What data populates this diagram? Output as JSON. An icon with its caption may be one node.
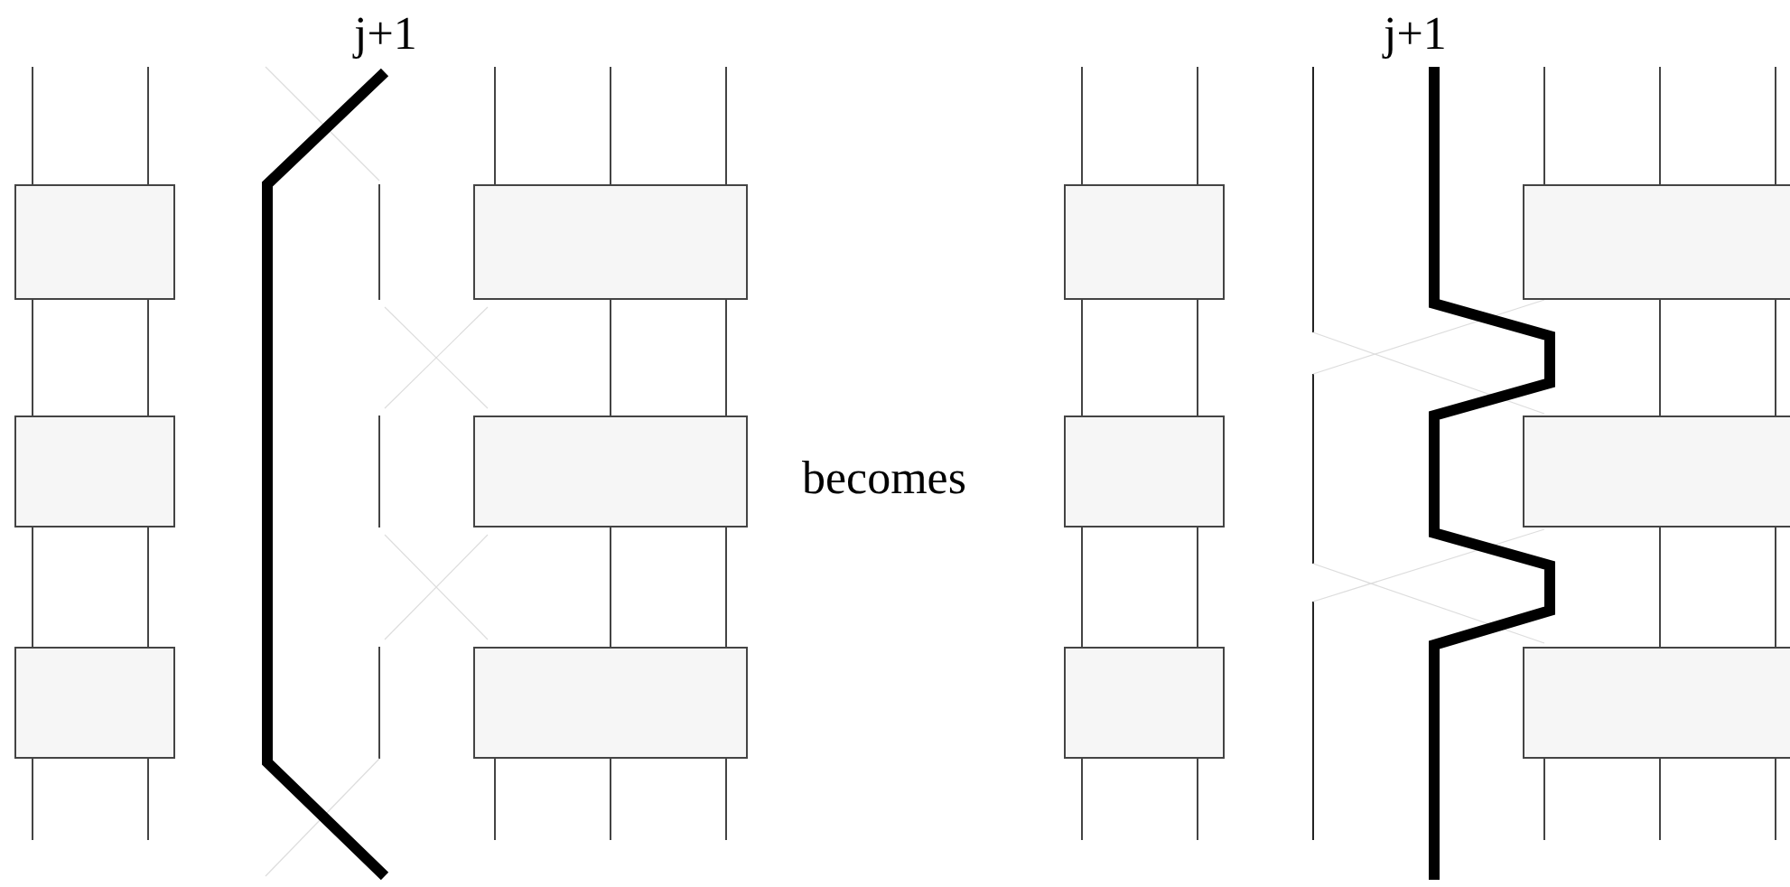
{
  "diagram": {
    "nodes": [
      {
        "text": [],
        "shape": "box"
      },
      {
        "text": [],
        "shape": "box"
      },
      {
        "text": [],
        "shape": "box"
      },
      {
        "text": [],
        "shape": "box"
      },
      {
        "text": [],
        "shape": "box"
      },
      {
        "text": [],
        "shape": "box"
      },
      {
        "text": [],
        "shape": "box"
      },
      {
        "text": [],
        "shape": "box"
      },
      {
        "text": [],
        "shape": "box"
      },
      {
        "text": [],
        "shape": "box"
      },
      {
        "text": [],
        "shape": "box"
      },
      {
        "text": [],
        "shape": "box"
      }
    ],
    "edges": [
      {
        "from": 0,
        "to": 1,
        "arrow": "none"
      },
      {
        "from": 0,
        "to": 1,
        "arrow": "none"
      },
      {
        "from": 1,
        "to": 2,
        "arrow": "none"
      },
      {
        "from": 1,
        "to": 2,
        "arrow": "none"
      },
      {
        "from": 3,
        "to": 4,
        "arrow": "none"
      },
      {
        "from": 3,
        "to": 4,
        "arrow": "none"
      },
      {
        "from": 4,
        "to": 5,
        "arrow": "none"
      },
      {
        "from": 4,
        "to": 5,
        "arrow": "none"
      },
      {
        "from": 6,
        "to": 7,
        "arrow": "none"
      },
      {
        "from": 6,
        "to": 7,
        "arrow": "none"
      },
      {
        "from": 7,
        "to": 8,
        "arrow": "none"
      },
      {
        "from": 7,
        "to": 8,
        "arrow": "none"
      },
      {
        "from": 9,
        "to": 10,
        "arrow": "none"
      },
      {
        "from": 9,
        "to": 10,
        "arrow": "none"
      },
      {
        "from": 10,
        "to": 11,
        "arrow": "none"
      },
      {
        "from": 10,
        "to": 11,
        "arrow": "none"
      }
    ],
    "labels": [
      "j+1",
      "j+1",
      "becomes"
    ]
  }
}
